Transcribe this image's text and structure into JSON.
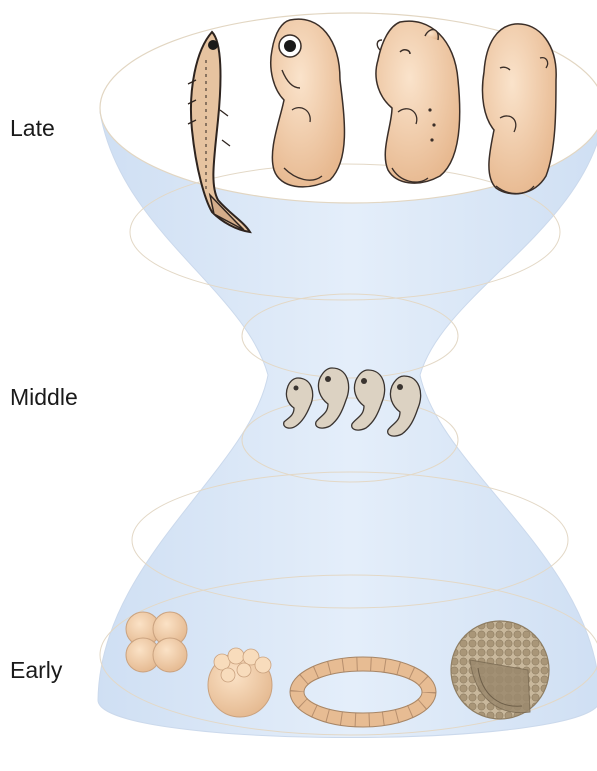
{
  "stages": [
    {
      "label": "Late"
    },
    {
      "label": "Middle"
    },
    {
      "label": "Early"
    }
  ],
  "colors": {
    "hourglass_fill": "#dde9f8",
    "hourglass_edge": "#cfdcee",
    "ellipse_line": "#e8dcc7",
    "embryo_skin": "#f2d3b4",
    "embryo_outline": "#3a2e28",
    "cell_fill": "#f3d0ad",
    "blastula_fill": "#b0a48c"
  },
  "late_embryos": [
    "fish-embryo",
    "bird-embryo",
    "pig-embryo",
    "human-embryo"
  ],
  "middle_embryos": [
    "pharyngula-embryo-1",
    "pharyngula-embryo-2",
    "pharyngula-embryo-3",
    "pharyngula-embryo-4"
  ],
  "early_embryos": [
    "four-cell-cleavage",
    "morula",
    "blastula-ring",
    "blastula-sphere"
  ]
}
